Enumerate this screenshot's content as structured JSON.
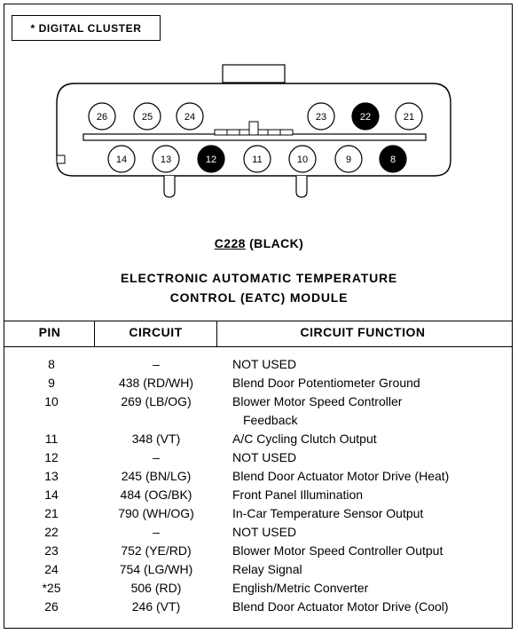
{
  "note": "* DIGITAL CLUSTER",
  "connector": {
    "top_row": [
      {
        "pin": "26",
        "filled": false
      },
      {
        "pin": "25",
        "filled": false
      },
      {
        "pin": "24",
        "filled": false
      },
      {
        "pin": "23",
        "filled": false
      },
      {
        "pin": "22",
        "filled": true
      },
      {
        "pin": "21",
        "filled": false
      }
    ],
    "bottom_row": [
      {
        "pin": "14",
        "filled": false
      },
      {
        "pin": "13",
        "filled": false
      },
      {
        "pin": "12",
        "filled": true
      },
      {
        "pin": "11",
        "filled": false
      },
      {
        "pin": "10",
        "filled": false
      },
      {
        "pin": "9",
        "filled": false
      },
      {
        "pin": "8",
        "filled": true
      }
    ]
  },
  "connector_id": "C228",
  "connector_color": "(BLACK)",
  "module_title_line1": "ELECTRONIC AUTOMATIC TEMPERATURE",
  "module_title_line2": "CONTROL (EATC) MODULE",
  "table": {
    "headers": {
      "pin": "PIN",
      "circuit": "CIRCUIT",
      "function": "CIRCUIT FUNCTION"
    },
    "rows": [
      {
        "pin": "8",
        "circuit": "–",
        "function": "NOT USED"
      },
      {
        "pin": "9",
        "circuit": "438 (RD/WH)",
        "function": "Blend Door Potentiometer Ground"
      },
      {
        "pin": "10",
        "circuit": "269 (LB/OG)",
        "function": "Blower Motor Speed Controller"
      },
      {
        "pin": "",
        "circuit": "",
        "function": "Feedback"
      },
      {
        "pin": "11",
        "circuit": "348 (VT)",
        "function": "A/C Cycling Clutch Output"
      },
      {
        "pin": "12",
        "circuit": "–",
        "function": "NOT USED"
      },
      {
        "pin": "13",
        "circuit": "245 (BN/LG)",
        "function": "Blend Door Actuator Motor Drive (Heat)"
      },
      {
        "pin": "14",
        "circuit": "484 (OG/BK)",
        "function": "Front Panel Illumination"
      },
      {
        "pin": "21",
        "circuit": "790 (WH/OG)",
        "function": "In-Car Temperature Sensor Output"
      },
      {
        "pin": "22",
        "circuit": "–",
        "function": "NOT USED"
      },
      {
        "pin": "23",
        "circuit": "752 (YE/RD)",
        "function": "Blower Motor Speed Controller Output"
      },
      {
        "pin": "24",
        "circuit": "754 (LG/WH)",
        "function": "Relay Signal"
      },
      {
        "pin": "*25",
        "circuit": "506 (RD)",
        "function": "English/Metric Converter"
      },
      {
        "pin": "26",
        "circuit": "246 (VT)",
        "function": "Blend Door Actuator Motor Drive (Cool)"
      }
    ]
  }
}
